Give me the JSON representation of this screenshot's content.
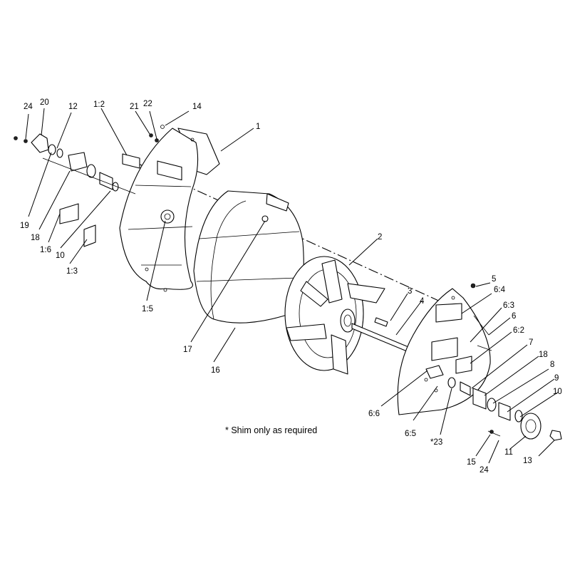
{
  "diagram": {
    "note": "* Shim only as required",
    "callouts": [
      "24",
      "20",
      "12",
      "1:2",
      "21",
      "22",
      "14",
      "1",
      "19",
      "18",
      "1:6",
      "10",
      "1:3",
      "1:5",
      "17",
      "16",
      "2",
      "3",
      "4",
      "5",
      "6:4",
      "6:3",
      "6",
      "6:2",
      "7",
      "18",
      "8",
      "9",
      "10",
      "6:6",
      "6:5",
      "*23",
      "15",
      "24",
      "11",
      "13"
    ]
  }
}
